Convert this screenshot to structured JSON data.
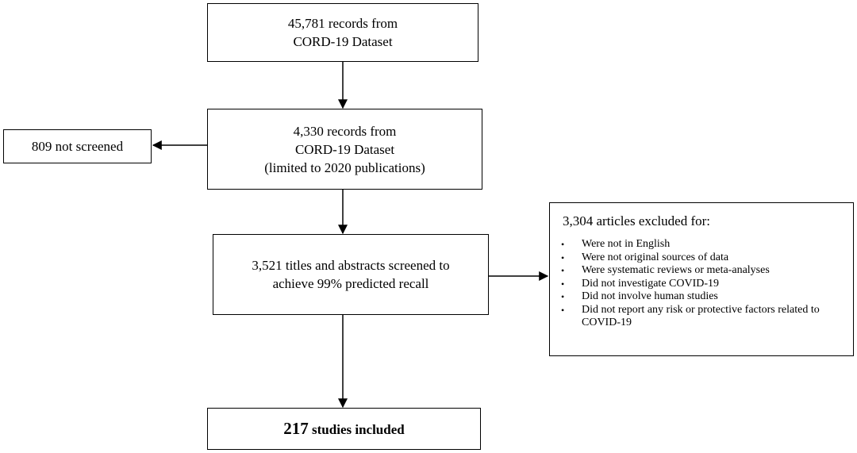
{
  "boxes": {
    "records_all": {
      "lines": [
        "45,781 records from",
        "CORD-19 Dataset"
      ]
    },
    "records_2020": {
      "lines": [
        "4,330 records from",
        "CORD-19 Dataset",
        "(limited to 2020 publications)"
      ]
    },
    "not_screened": {
      "text": "809 not screened"
    },
    "screened": {
      "lines": [
        "3,521 titles and abstracts screened to",
        "achieve 99% predicted recall"
      ]
    },
    "excluded": {
      "title": "3,304 articles excluded for:",
      "reasons": [
        "Were not in English",
        "Were not original sources of data",
        "Were systematic reviews or meta-analyses",
        "Did not investigate COVID-19",
        "Did not involve human studies",
        "Did not report any risk or protective factors related to COVID-19"
      ]
    },
    "included": {
      "number": "217",
      "text": " studies included"
    }
  },
  "bullet_symbol": "•"
}
